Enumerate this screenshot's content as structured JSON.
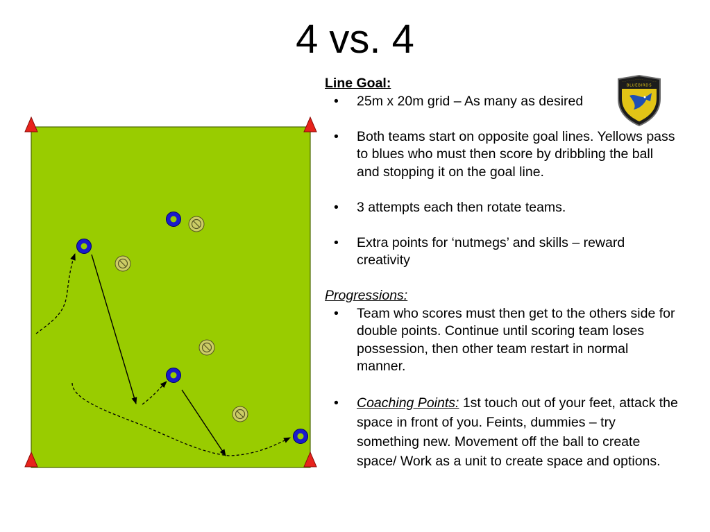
{
  "slide": {
    "title": "4 vs. 4"
  },
  "line_goal": {
    "heading": "Line Goal:",
    "bullets": [
      "25m x 20m grid – As many as desired",
      "Both teams start on opposite goal lines. Yellows pass to blues who must then score by dribbling the ball and stopping it on the goal line.",
      "3 attempts each then rotate teams.",
      "Extra points for ‘nutmegs’ and skills – reward creativity"
    ]
  },
  "progressions": {
    "heading": "Progressions:",
    "bullets": [
      "Team who scores must then get to the others side for double points. Continue until scoring team loses possession, then other team restart in normal manner."
    ],
    "coaching_label": "Coaching Points:",
    "coaching_text": " 1st touch out of your feet, attack the space in front of you. Feints, dummies – try something new. Movement off the ball to create space/ Work as a unit to create space and options."
  },
  "diagram": {
    "pitch_color": "#99cc00",
    "cone_color": "#e8231c",
    "blue_player_color": "#1a1acc",
    "yellow_player_color": "#cccc66",
    "crest_color": "#e2c416",
    "crest_text": "BLUEBIRDS"
  }
}
